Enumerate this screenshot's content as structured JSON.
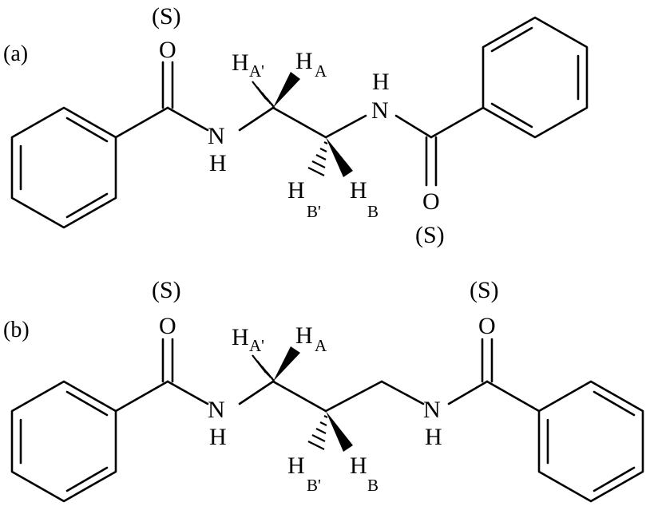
{
  "figure": {
    "panels": [
      {
        "label": "(a)",
        "stereo_left": "(S)",
        "stereo_right": "(S)",
        "atoms": {
          "o_left": "O",
          "n_left": "N",
          "n_left_h": "H",
          "n_right_h": "H",
          "n_right": "N",
          "o_right": "O",
          "h_a_prime": "H",
          "h_a_prime_sub": "A'",
          "h_a": "H",
          "h_a_sub": "A",
          "h_b_prime": "H",
          "h_b_prime_sub": "B'",
          "h_b": "H",
          "h_b_sub": "B"
        }
      },
      {
        "label": "(b)",
        "stereo_left": "(S)",
        "stereo_right": "(S)",
        "atoms": {
          "o_left": "O",
          "n_left": "N",
          "n_left_h": "H",
          "n_right": "N",
          "n_right_h": "H",
          "o_right": "O",
          "h_a_prime": "H",
          "h_a_prime_sub": "A'",
          "h_a": "H",
          "h_a_sub": "A",
          "h_b_prime": "H",
          "h_b_prime_sub": "B'",
          "h_b": "H",
          "h_b_sub": "B"
        }
      }
    ]
  }
}
